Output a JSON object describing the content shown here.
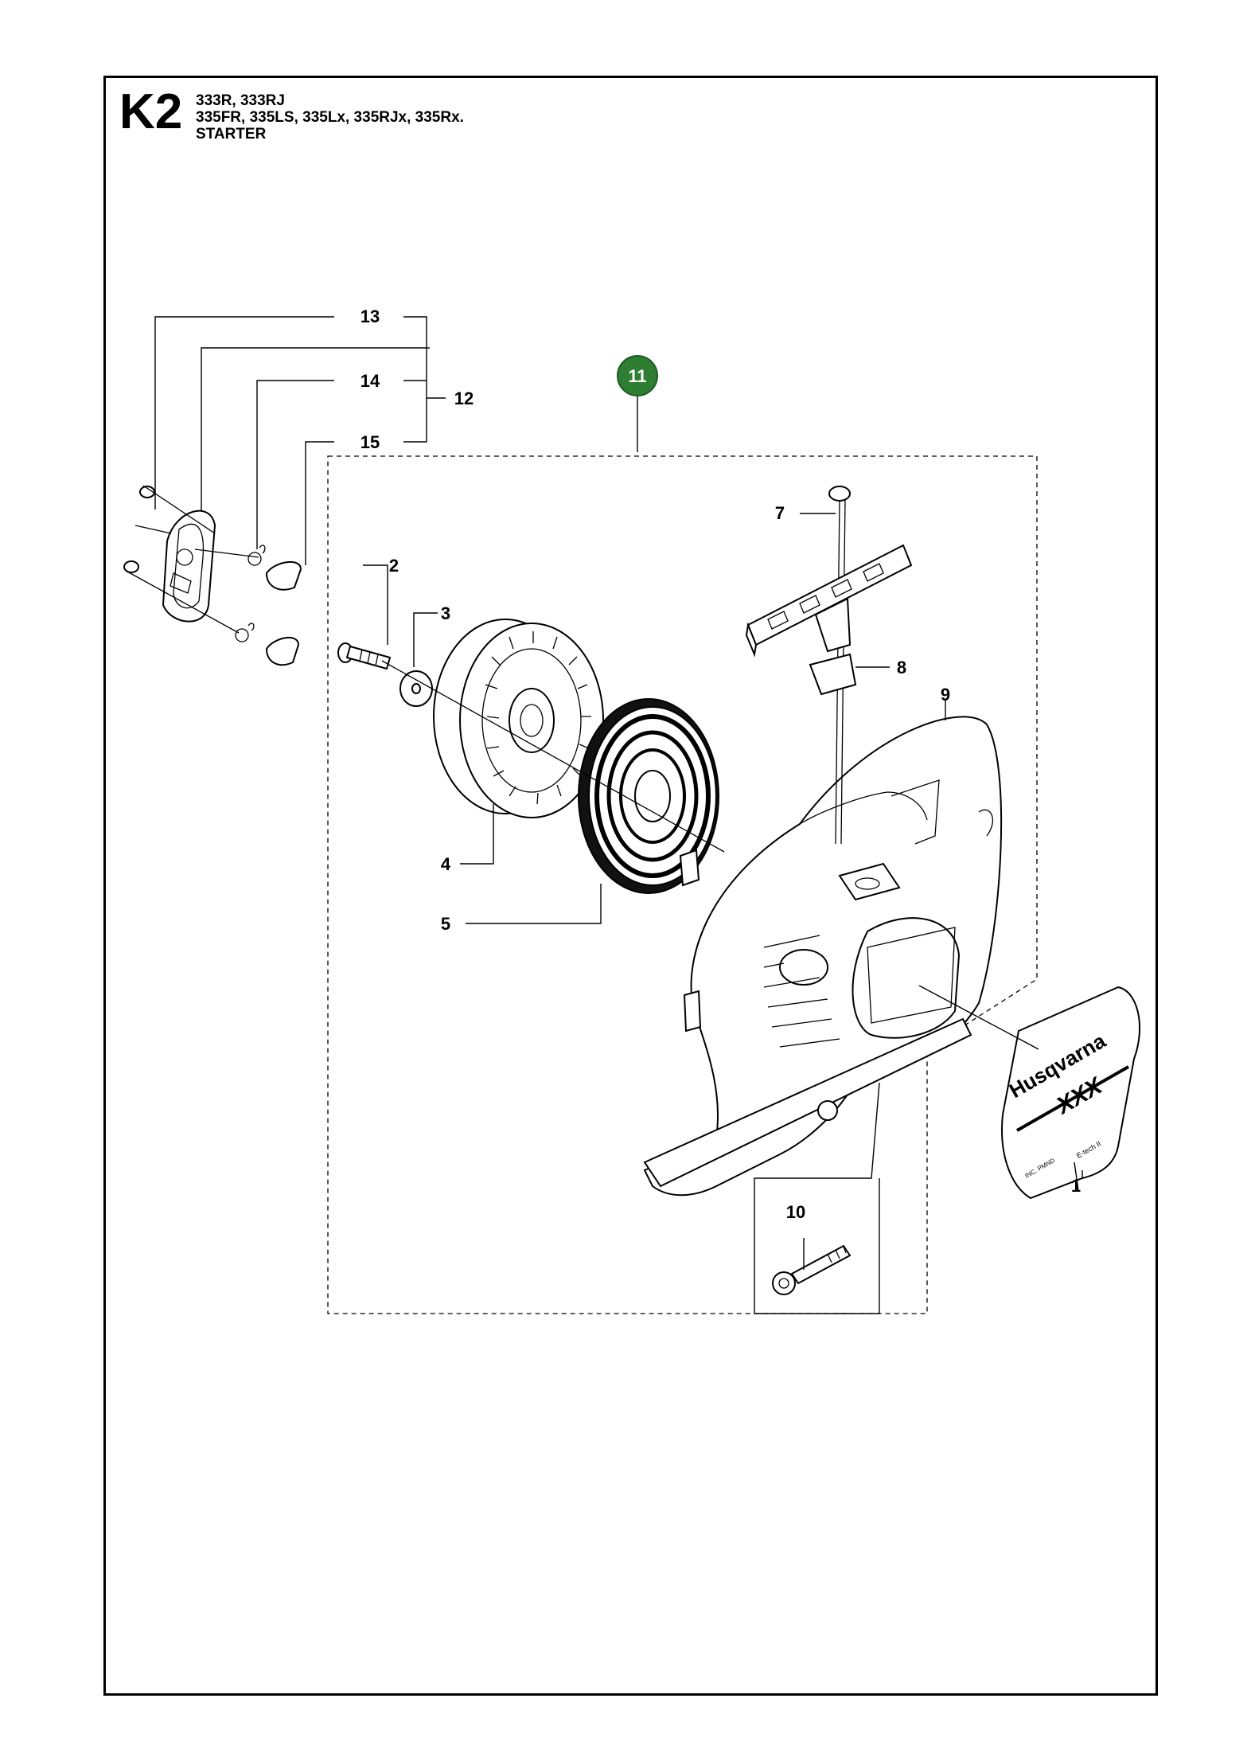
{
  "header": {
    "code": "K2",
    "models_line1": "333R, 333RJ",
    "models_line2": "335FR, 335LS, 335Lx, 335RJx, 335Rx.",
    "section": "STARTER"
  },
  "callouts": [
    {
      "id": "1",
      "label": "1"
    },
    {
      "id": "2",
      "label": "2"
    },
    {
      "id": "3",
      "label": "3"
    },
    {
      "id": "4",
      "label": "4"
    },
    {
      "id": "5",
      "label": "5"
    },
    {
      "id": "7",
      "label": "7"
    },
    {
      "id": "8",
      "label": "8"
    },
    {
      "id": "9",
      "label": "9"
    },
    {
      "id": "10",
      "label": "10"
    },
    {
      "id": "11",
      "label": "11",
      "highlight": true
    },
    {
      "id": "12",
      "label": "12"
    },
    {
      "id": "13",
      "label": "13"
    },
    {
      "id": "14",
      "label": "14"
    },
    {
      "id": "15",
      "label": "15"
    }
  ],
  "decal": {
    "brand": "Husqvarna",
    "model": "XXX",
    "small_left": "INC. PMND",
    "small_right": "E-tech II"
  },
  "colors": {
    "highlight_badge": "#2e7d32",
    "line": "#000000",
    "background": "#ffffff"
  }
}
